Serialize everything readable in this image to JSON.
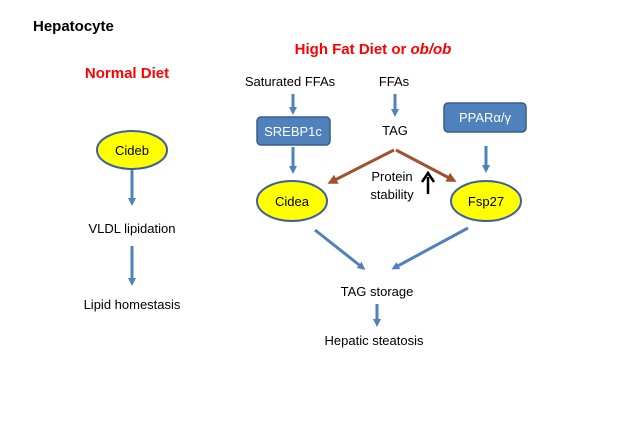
{
  "title": "Hepatocyte",
  "normal_diet": {
    "heading": "Normal Diet",
    "node": "Cideb",
    "step1": "VLDL lipidation",
    "step2": "Lipid homestasis"
  },
  "high_fat": {
    "heading_prefix": "High Fat Diet or ",
    "heading_italic": "ob/ob",
    "saturated_ffas": "Saturated FFAs",
    "ffas": "FFAs",
    "srebp": "SREBP1c",
    "tag": "TAG",
    "ppar": "PPARα/γ",
    "cidea": "Cidea",
    "fsp27": "Fsp27",
    "protein_line1": "Protein",
    "protein_line2": "stability",
    "tag_storage": "TAG storage",
    "steatosis": "Hepatic steatosis"
  },
  "colors": {
    "heading_red": "#ff0000",
    "blue_arrow": "#4f81bd",
    "brown_arrow": "#a0522d",
    "box_fill": "#4f81bd",
    "box_stroke": "#385d8a",
    "ellipse_fill": "#ffff00",
    "ellipse_stroke": "#3f5fa0"
  }
}
